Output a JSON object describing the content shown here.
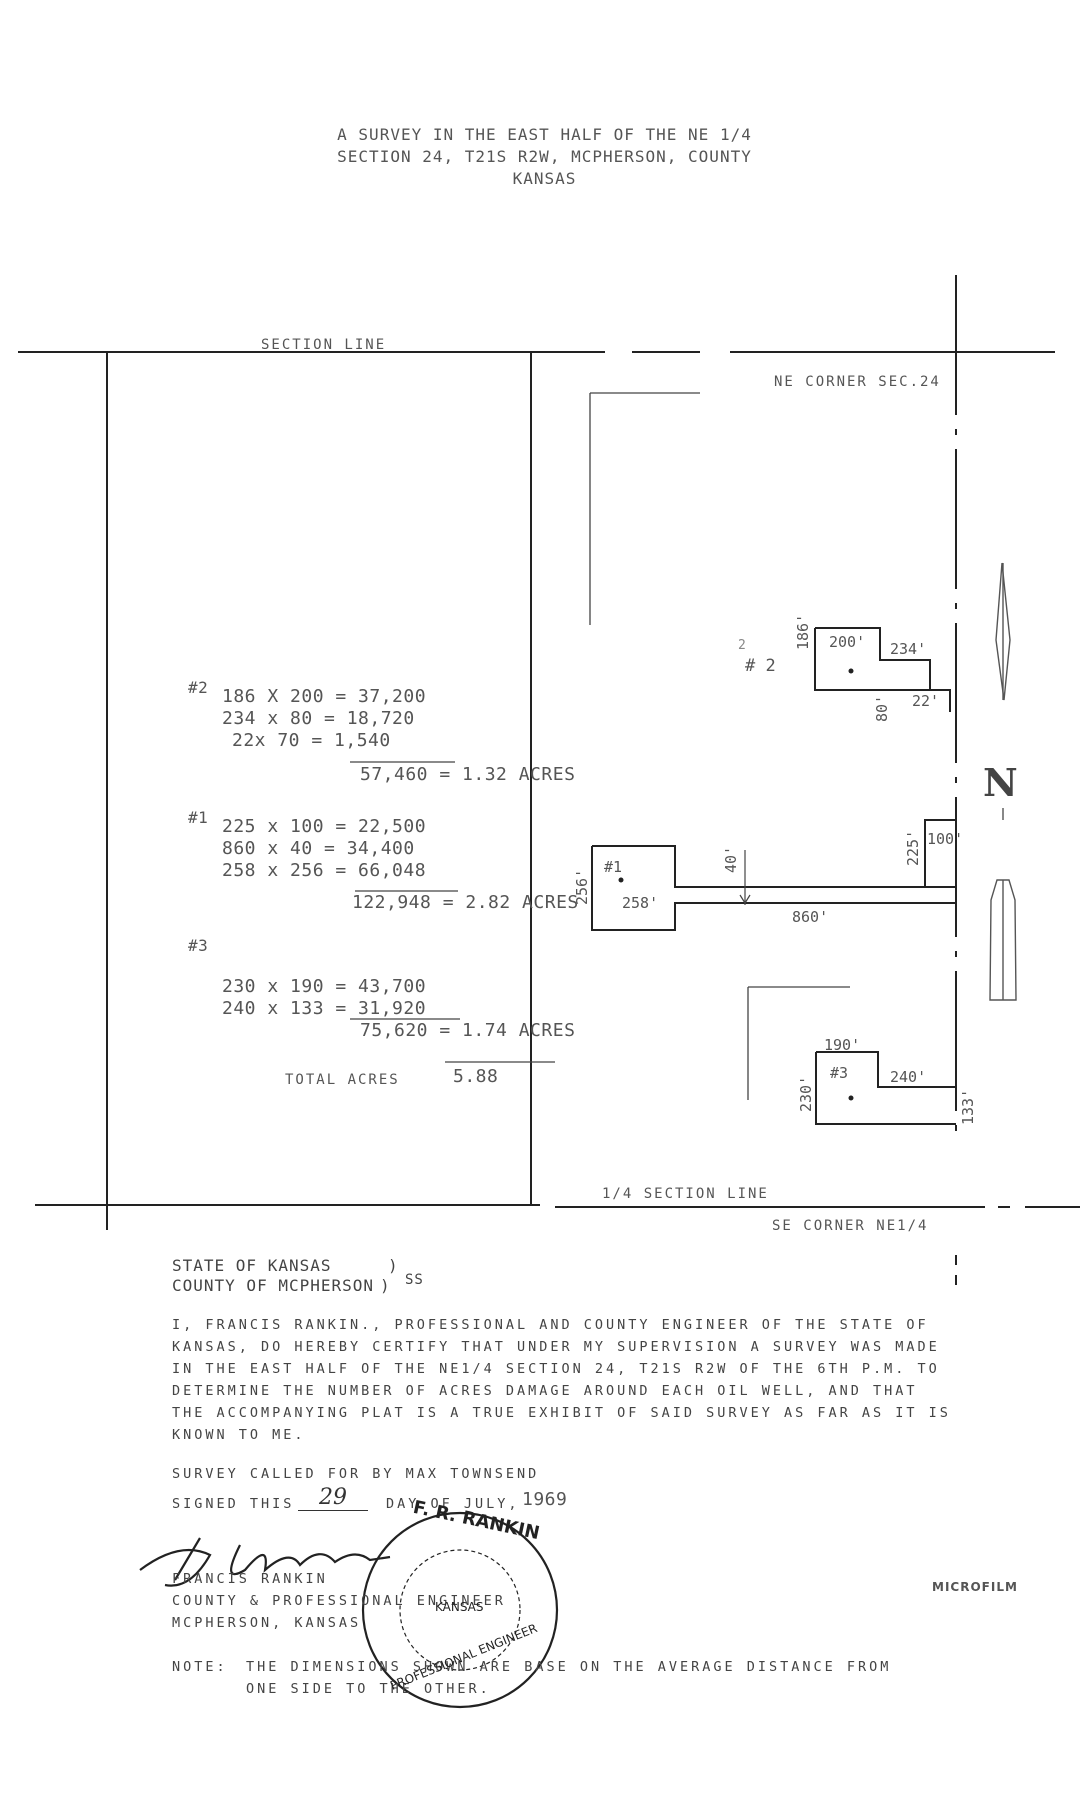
{
  "header": {
    "line1": "A SURVEY IN THE EAST HALF OF THE NE 1/4",
    "line2": "SECTION 24, T21S R2W, MCPHERSON, COUNTY",
    "line3": "KANSAS"
  },
  "plat_labels": {
    "section_line": "SECTION LINE",
    "ne_corner": "NE CORNER SEC.24",
    "quarter_section_line": "1/4 SECTION LINE",
    "se_corner": "SE CORNER NE1/4",
    "north": "N"
  },
  "wells": {
    "well2": {
      "tag": "# 2",
      "small_tag": "2",
      "d186": "186'",
      "d200": "200'",
      "d234": "234'",
      "d80": "80'",
      "d22": "22'"
    },
    "well1": {
      "tag": "#1",
      "d256": "256'",
      "d258": "258'",
      "d40": "40'",
      "d860": "860'",
      "d225": "225'",
      "d100": "100'"
    },
    "well3": {
      "tag": "#3",
      "d190": "190'",
      "d240": "240'",
      "d230": "230'",
      "d133": "133'"
    }
  },
  "computations": {
    "w2": {
      "label": "#2",
      "r1": "186 X 200 = 37,200",
      "r2": "234 x 80 = 18,720",
      "r3": "22x 70 = 1,540",
      "total": "57,460 = 1.32 ACRES"
    },
    "w1": {
      "label": "#1",
      "r1": "225 x 100 = 22,500",
      "r2": "860 x 40 = 34,400",
      "r3": "258 x 256 = 66,048",
      "total": "122,948 = 2.82 ACRES"
    },
    "w3": {
      "label": "#3",
      "r1": "230 x 190 = 43,700",
      "r2": "240 x 133 = 31,920",
      "total": "75,620 = 1.74 ACRES"
    },
    "total_label": "TOTAL ACRES",
    "total_value": "5.88"
  },
  "certificate": {
    "state": "STATE OF KANSAS",
    "county": "COUNTY OF MCPHERSON",
    "ss": "SS",
    "body": [
      "I, FRANCIS RANKIN., PROFESSIONAL AND COUNTY ENGINEER OF THE STATE OF",
      "KANSAS, DO HEREBY CERTIFY THAT UNDER MY SUPERVISION A SURVEY WAS MADE",
      "IN THE EAST HALF OF THE NE1/4 SECTION 24, T21S R2W OF THE 6TH P.M. TO",
      "DETERMINE THE NUMBER OF ACRES DAMAGE AROUND EACH OIL WELL, AND THAT",
      "THE ACCOMPANYING PLAT IS A TRUE EXHIBIT OF SAID SURVEY AS FAR AS IT IS",
      "KNOWN TO ME."
    ],
    "called_for": "SURVEY CALLED FOR BY MAX TOWNSEND",
    "signed_prefix": "SIGNED THIS",
    "signed_day": "29",
    "signed_mid": "DAY OF JULY,",
    "signed_year": "1969",
    "signature": "F.R.Rankin",
    "name": "FRANCIS RANKIN",
    "title": "COUNTY & PROFESSIONAL ENGINEER",
    "location": "MCPHERSON, KANSAS",
    "note_label": "NOTE:",
    "note_line1": "THE DIMENSIONS SHOWN ARE BASE ON THE AVERAGE DISTANCE FROM",
    "note_line2": "ONE SIDE TO THE OTHER.",
    "microfilm": "MICROFILM"
  },
  "seal": {
    "top": "F. R. RANKIN",
    "bottom": "PROFESSIONAL ENGINEER",
    "center": "KANSAS"
  }
}
